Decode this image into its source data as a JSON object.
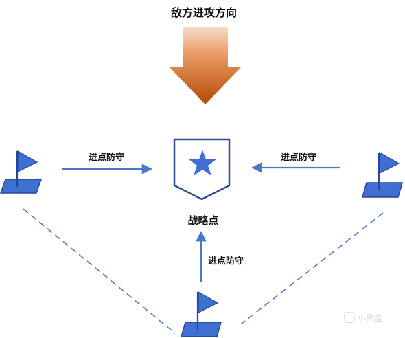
{
  "title": "敌方进攻方向",
  "center_label": "战略点",
  "arrow_labels": {
    "left": "进点防守",
    "right": "进点防守",
    "bottom": "进点防守"
  },
  "watermark": "小黑盒",
  "colors": {
    "arrow_top": "#f3c8a8",
    "arrow_bottom": "#b84d0c",
    "flag": "#3f6fd1",
    "flag_stroke": "#24479a",
    "line": "#4a79c9",
    "shield_stroke": "#2b4d8f",
    "star": "#3f6fd1"
  },
  "icons": {
    "flag": "flag-icon",
    "shield": "shield-icon",
    "star": "star-icon",
    "direction_arrow": "down-arrow-icon"
  }
}
